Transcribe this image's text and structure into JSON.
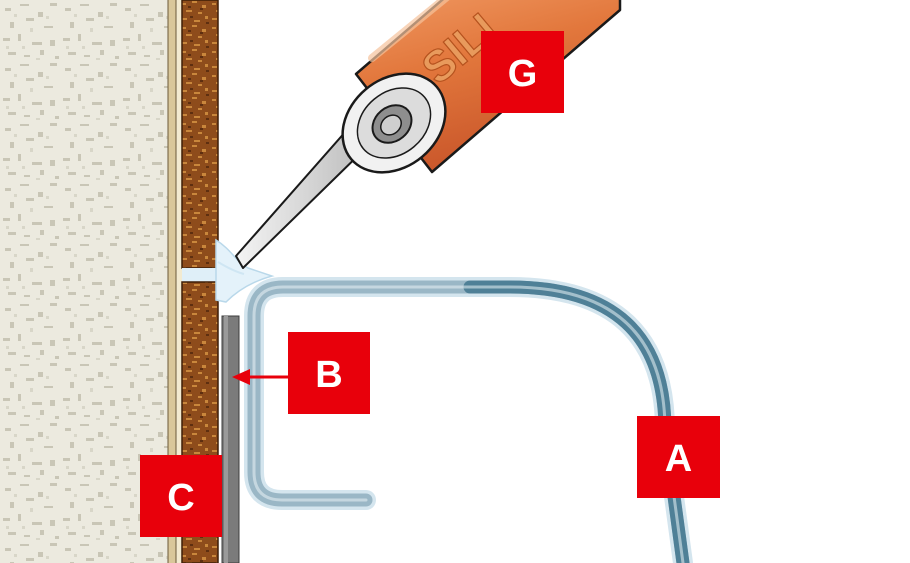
{
  "labels": {
    "a": "A",
    "b": "B",
    "c": "C",
    "g": "G"
  },
  "cartridge_text": "SILI",
  "colors": {
    "label_bg": "#e8000b",
    "label_text": "#ffffff",
    "plaster": "#eae8dc",
    "wood": "#8b4a1a",
    "metal_profile": "#5a8aa0",
    "tube": "#e07a42",
    "arrow": "#e8000b"
  },
  "icons": {
    "cartridge": "silicone-cartridge-icon",
    "arrow": "arrow-left-icon"
  }
}
